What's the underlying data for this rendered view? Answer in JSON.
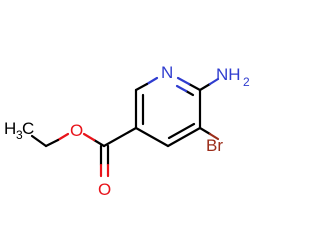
{
  "molecule": {
    "atoms": {
      "nitrogen_ring": "N",
      "amine_n": "NH",
      "amine_sub": "2",
      "bromine": "Br",
      "ester_o": "O",
      "carbonyl_o": "O",
      "methyl_h": "H",
      "methyl_sub": "3",
      "methyl_c": "C"
    },
    "colors": {
      "carbon": "#000000",
      "nitrogen": "#2f3ccf",
      "oxygen": "#e8141b",
      "bromine": "#9b2d1a"
    }
  }
}
